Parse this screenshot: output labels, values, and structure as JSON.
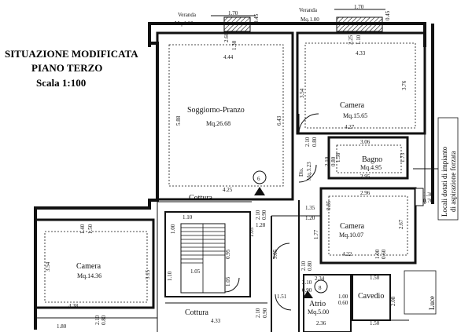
{
  "title": {
    "line1": "SITUAZIONE MODIFICATA",
    "line2": "PIANO TERZO",
    "line3": "Scala 1:100"
  },
  "side_note": {
    "line1": "Locali dotati di impianto",
    "line2": "di aspirazione forzata"
  },
  "rooms": {
    "veranda_left": {
      "name": "Veranda",
      "area": "Mq.1.00"
    },
    "veranda_right": {
      "name": "Veranda",
      "area": "Mq.1.00"
    },
    "soggiorno": {
      "name": "Soggiorno-Pranzo",
      "area": "Mq.26.68"
    },
    "camera_top": {
      "name": "Camera",
      "area": "Mq.15.65"
    },
    "bagno": {
      "name": "Bagno",
      "area": "Mq.4.95"
    },
    "camera_mid": {
      "name": "Camera",
      "area": "Mq.10.07"
    },
    "camera_left": {
      "name": "Camera",
      "area": "Mq.14.36"
    },
    "atrio": {
      "name": "Atrio",
      "area": "Mq.5.00"
    },
    "cavedio": {
      "name": "Cavedio"
    },
    "cottura_top": {
      "name": "Cottura"
    },
    "cottura_bottom": {
      "name": "Cottura"
    },
    "dis": {
      "name": "Dis.",
      "area": "Mq.3.23"
    },
    "luce": {
      "name": "Luce"
    }
  },
  "markers": {
    "m6": "6",
    "m8": "8"
  },
  "dimensions": {
    "ver_l_w": "1.70",
    "ver_r_w": "1.70",
    "ver_l_d": "0.45",
    "ver_r_d": "0.45",
    "sog_top1": "2.60",
    "sog_top2": "1.30",
    "sog_top3": "4.44",
    "sog_left": "5.88",
    "sog_right": "6.43",
    "sog_bottom": "4.25",
    "cam_top1": "2.25",
    "cam_top2": "1.10",
    "cam_top3": "4.33",
    "cam_left": "3.54",
    "cam_right": "3.76",
    "cam_bottom": "4.27",
    "door1a": "2.10",
    "door1b": "0.80",
    "bagno_top": "3.06",
    "bagno_left": "1.58",
    "bagno_right": "1.73",
    "bagno_bottom": "2.95",
    "dis_w": "2.96",
    "door2a": "2.10",
    "door2b": "0.80",
    "win_a": "1.30",
    "win_b": "0.70",
    "d1_35": "1.35",
    "d1_20": "1.20",
    "d0_85": "0.85",
    "cm_right": "2.67",
    "cm_left": "1.77",
    "cm_bottom": "4.22",
    "cm_d1": "1.00",
    "cm_d2": "0.60",
    "cott_d1": "2.10",
    "cott_d2": "0.90",
    "stair_w": "1.10",
    "stair_h1": "1.00",
    "stair_h2": "1.05",
    "stair_h3": "0.95",
    "stair_h4": "1.05",
    "stair_b1": "1.10",
    "stair_b2": "1.05",
    "corr_1": "1.28",
    "corr_2": "3.05",
    "cl_top1": "1.40",
    "cl_top2": "1.50",
    "cl_left": "3.54",
    "cl_right": "3.15",
    "cl_bottom": "4.38",
    "cl_d1": "2.10",
    "cl_d2": "0.80",
    "cl_b2": "1.80",
    "atr_d1": "2.10",
    "atr_d2": "0.90",
    "atr_top": "2.34",
    "atr_w": "1.51",
    "atr_bottom": "2.36",
    "cav_top": "1.50",
    "cav_d1": "1.00",
    "cav_d2": "0.60",
    "cav_right": "2.08",
    "cav_bottom": "1.50",
    "cott_b": "4.33",
    "misc_a": "2.10",
    "misc_b": "0.90"
  }
}
